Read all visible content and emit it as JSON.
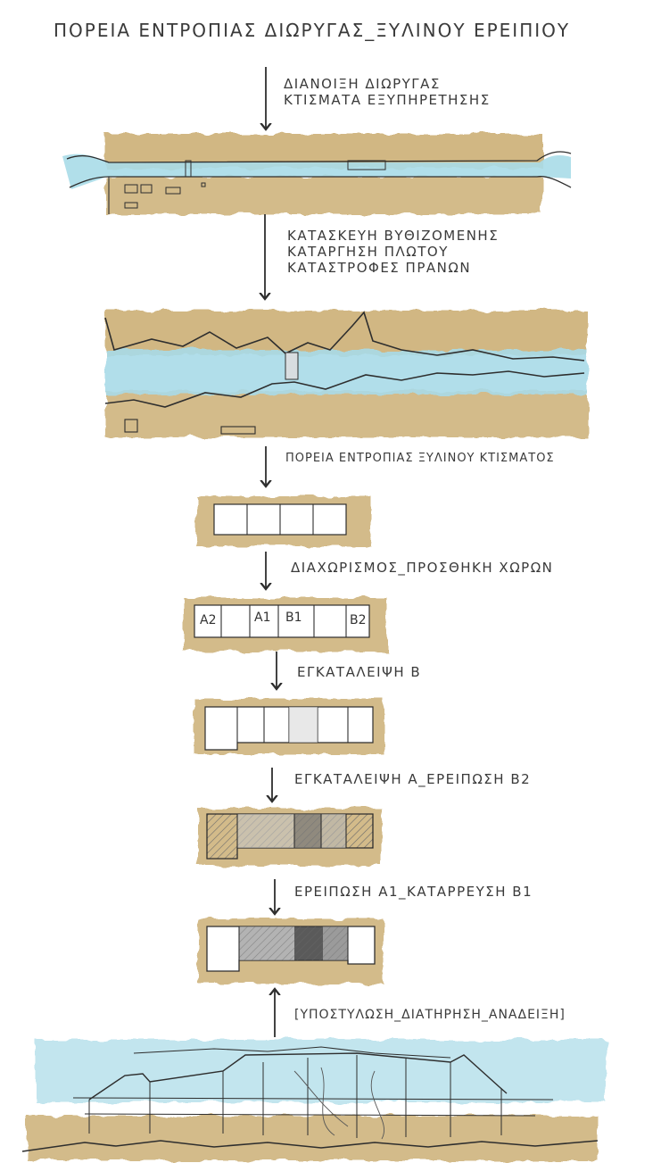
{
  "title": "ΠΟΡΕΙΑ ΕΝΤΡΟΠΙΑΣ ΔΙΩΡΥΓΑΣ_ΞΥΛΙΝΟΥ ΕΡΕΙΠΙΟΥ",
  "steps": [
    {
      "lines": [
        "ΔΙΑΝΟΙΞΗ ΔΙΩΡΥΓΑΣ",
        "ΚΤΙΣΜΑΤΑ ΕΞΥΠΗΡΕΤΗΣΗΣ"
      ]
    },
    {
      "lines": [
        "ΚΑΤΑΣΚΕΥΗ ΒΥΘΙΖΟΜΕΝΗΣ",
        "ΚΑΤΑΡΓΗΣΗ ΠΛΩΤΟΥ",
        "ΚΑΤΑΣΤΡΟΦΕΣ ΠΡΑΝΩΝ"
      ]
    },
    {
      "lines": [
        "ΠΟΡΕΙΑ ΕΝΤΡΟΠΙΑΣ ΞΥΛΙΝΟΥ ΚΤΙΣΜΑΤΟΣ"
      ]
    },
    {
      "lines": [
        "ΔΙΑΧΩΡΙΣΜΟΣ_ΠΡΟΣΘΗΚΗ ΧΩΡΩΝ"
      ]
    },
    {
      "lines": [
        "ΕΓΚΑΤΑΛΕΙΨΗ Β"
      ]
    },
    {
      "lines": [
        "ΕΓΚΑΤΑΛΕΙΨΗ Α_ΕΡΕΙΠΩΣΗ Β2"
      ]
    },
    {
      "lines": [
        "ΕΡΕΙΠΩΣΗ Α1_ΚΑΤΑΡΡΕΥΣΗ Β1"
      ]
    },
    {
      "lines": [
        "[ΥΠΟΣΤΥΛΩΣΗ_ΔΙΑΤΗΡΗΣΗ_ΑΝΑΔΕΙΞΗ]"
      ]
    }
  ],
  "room_labels": {
    "a2": "A2",
    "a1": "A1",
    "b1": "B1",
    "b2": "B2"
  },
  "colors": {
    "earth": "#c9ab6e",
    "water": "#a9dbe8",
    "ink": "#2e2e2e"
  }
}
